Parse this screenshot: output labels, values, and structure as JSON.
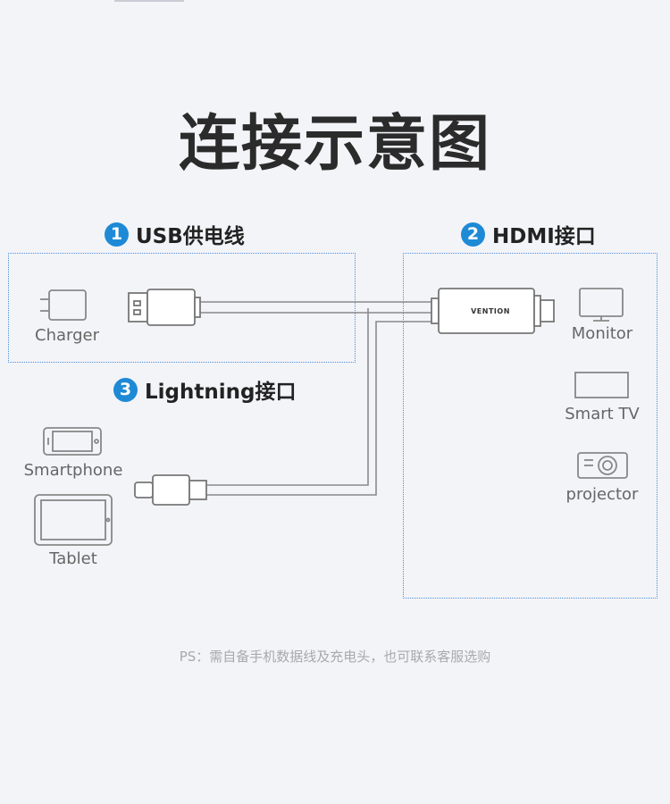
{
  "title": "连接示意图",
  "sections": {
    "usb": {
      "num": "1",
      "label": "USB供电线"
    },
    "hdmi": {
      "num": "2",
      "label": "HDMI接口"
    },
    "lightning": {
      "num": "3",
      "label": "Lightning接口"
    }
  },
  "devices": {
    "charger": "Charger",
    "monitor": "Monitor",
    "smart_tv": "Smart TV",
    "projector": "projector",
    "smartphone": "Smartphone",
    "tablet": "Tablet"
  },
  "brand": "VENTION",
  "footnote": "PS：需自备手机数据线及充电头，也可联系客服选购",
  "colors": {
    "accent": "#1e8ad6",
    "box_border": "#4a90d9",
    "icon": "#888888"
  }
}
